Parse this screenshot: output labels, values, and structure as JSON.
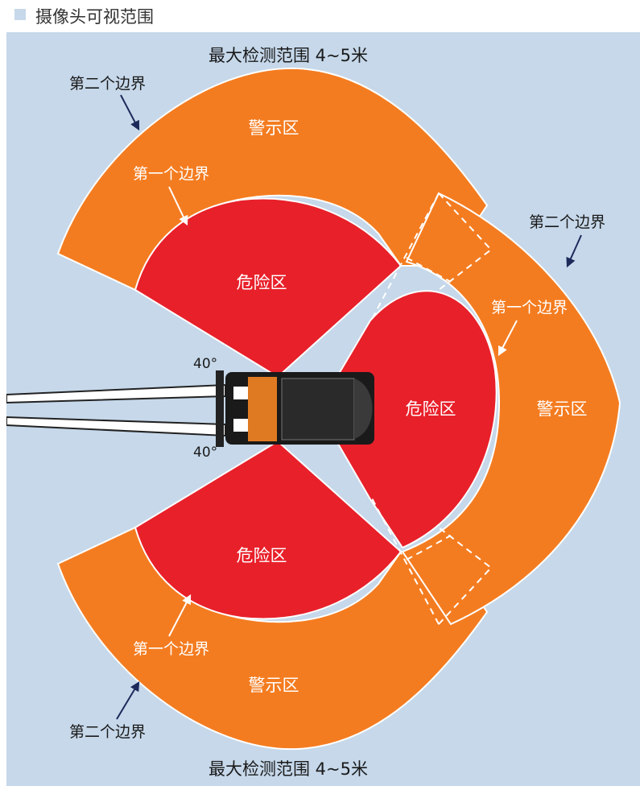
{
  "legend": {
    "label": "摄像头可视范围",
    "color": "#c6d8ea"
  },
  "max_range": {
    "top": "最大检测范围 4~5米",
    "bottom": "最大检测范围 4~5米"
  },
  "boundaries": {
    "second_top_left": "第二个边界",
    "first_top_left": "第一个边界",
    "second_right": "第二个边界",
    "first_right": "第一个边界",
    "first_bottom_left": "第一个边界",
    "second_bottom_left": "第二个边界"
  },
  "zones": {
    "warning_top": "警示区",
    "danger_top": "危险区",
    "danger_front": "危险区",
    "warning_front": "警示区",
    "danger_bottom": "危险区",
    "warning_bottom": "警示区"
  },
  "angles": {
    "top": "40°",
    "bottom": "40°"
  },
  "colors": {
    "background": "#c6d8ea",
    "warning": "#f47c20",
    "danger": "#e8202a",
    "arrow": "#1b2a5a"
  }
}
